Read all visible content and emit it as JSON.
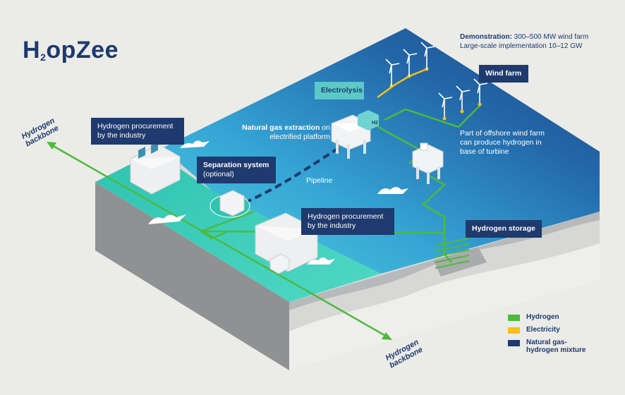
{
  "title": {
    "main": "H",
    "sub": "2",
    "rest": "opZee"
  },
  "demo": {
    "line1_bold": "Demonstration:",
    "line1_rest": " 300–500 MW wind farm",
    "line2": "Large-scale implementation 10–12 GW"
  },
  "labels": {
    "wind_farm": "Wind farm",
    "electrolysis": "Electrolysis",
    "gas_extraction_bold": "Natural gas extraction",
    "gas_extraction_rest": " on",
    "gas_extraction_line2": "electrified platform",
    "offshore_line1": "Part of offshore wind farm",
    "offshore_line2": "can produce hydrogen in",
    "offshore_line3": "base of turbine",
    "procurement_top_line1": "Hydrogen procurement",
    "procurement_top_line2": "by the industry",
    "separation_line1": "Separation system",
    "separation_line2": "(optional)",
    "pipeline": "Pipeline",
    "procurement_mid_line1": "Hydrogen procurement",
    "procurement_mid_line2": "by the industry",
    "storage": "Hydrogen storage",
    "backbone_left_line1": "Hydrogen",
    "backbone_left_line2": "backbone",
    "backbone_right_line1": "Hydrogen",
    "backbone_right_line2": "backbone",
    "h2_tag": "H2"
  },
  "legend": [
    {
      "label": "Hydrogen",
      "color": "#4cba3e"
    },
    {
      "label": "Electricity",
      "color": "#f2c21a"
    },
    {
      "label": "Natural gas-hydrogen mixture",
      "color": "#1e3a6e"
    }
  ],
  "colors": {
    "navy": "#1e3a6e",
    "hydrogen_green": "#4cba3e",
    "electricity_yellow": "#f2c21a",
    "sea_deep": "#1f4f8a",
    "sea_light": "#3fb4d6",
    "shore_teal": "#3ccbb6",
    "label_teal": "#5cc8c8"
  }
}
